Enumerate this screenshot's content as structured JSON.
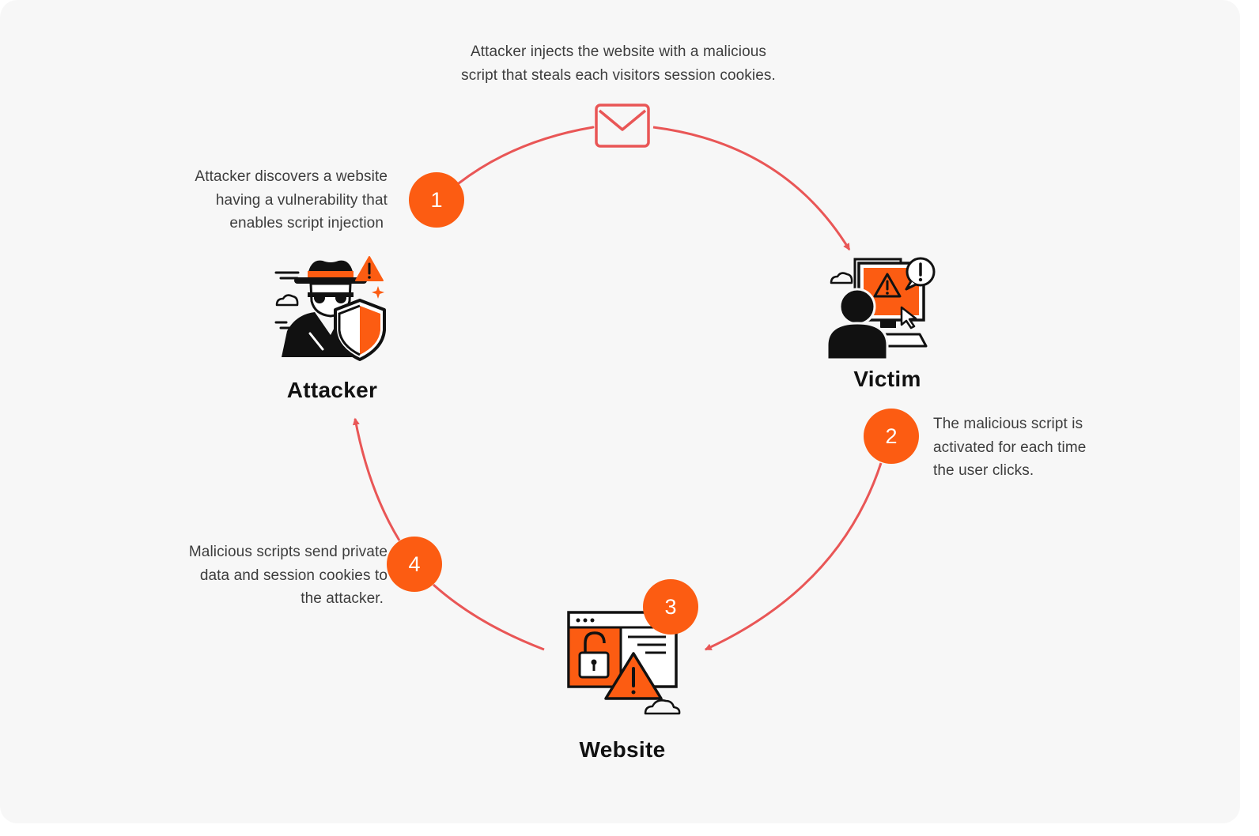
{
  "colors": {
    "accent": "#fc5c12",
    "arrow": "#e95656",
    "icon_dark": "#111111",
    "background": "#f7f7f7"
  },
  "nodes": {
    "attacker": {
      "label": "Attacker",
      "icon": "hacker-shield-icon"
    },
    "victim": {
      "label": "Victim",
      "icon": "user-computer-warning-icon"
    },
    "website": {
      "label": "Website",
      "icon": "browser-lock-warning-icon"
    },
    "message": {
      "icon": "envelope-icon"
    }
  },
  "steps": [
    {
      "number": "1",
      "lines": [
        "Attacker discovers a website",
        "having a vulnerability that",
        "enables script injection"
      ]
    },
    {
      "number": "2",
      "lines": [
        "The malicious script is",
        "activated for each time",
        "the user clicks."
      ]
    },
    {
      "number": "3",
      "lines": []
    },
    {
      "number": "4",
      "lines": [
        "Malicious scripts send private",
        "data and session cookies to",
        "the attacker."
      ]
    }
  ],
  "top_description": {
    "lines": [
      "Attacker injects the website with a malicious",
      "script that steals each visitors session cookies."
    ]
  }
}
